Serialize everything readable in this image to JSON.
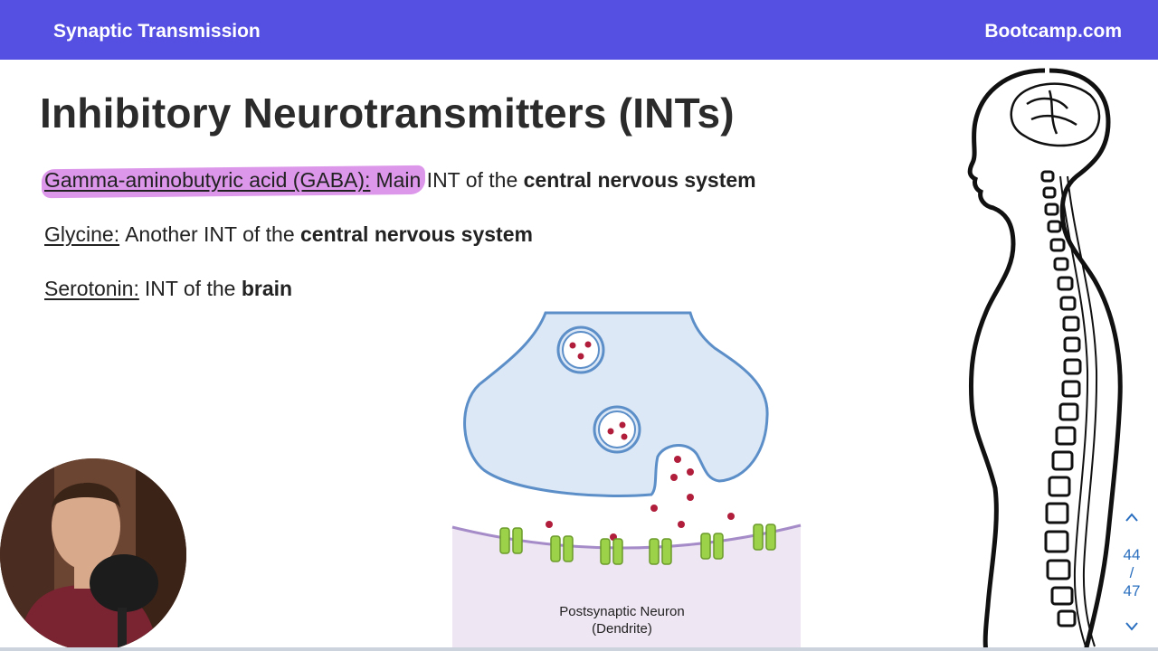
{
  "header": {
    "topic": "Synaptic Transmission",
    "site": "Bootcamp.com"
  },
  "slide": {
    "title": "Inhibitory Neurotransmitters (INTs)",
    "items": [
      {
        "term": "Gamma-aminobutyric acid (GABA):",
        "desc": "Main INT of the",
        "bold": "central nervous system",
        "highlighted": true
      },
      {
        "term": "Glycine:",
        "desc": "Another INT of the",
        "bold": "central nervous system",
        "highlighted": false
      },
      {
        "term": "Serotonin:",
        "desc": "INT of the",
        "bold": "brain",
        "highlighted": false
      }
    ],
    "diagram_label_line1": "Postsynaptic Neuron",
    "diagram_label_line2": "(Dendrite)"
  },
  "navigation": {
    "current": "44",
    "separator": "/",
    "total": "47",
    "up_icon": "chevron-up-icon",
    "down_icon": "chevron-down-icon"
  },
  "colors": {
    "header_bg": "#5650e2",
    "highlight": "#d88be8",
    "nav": "#2a6fbf",
    "vesicle_fill": "#dce8f6",
    "neurotransmitter": "#b01e3c",
    "receptor": "#9bd24a"
  }
}
